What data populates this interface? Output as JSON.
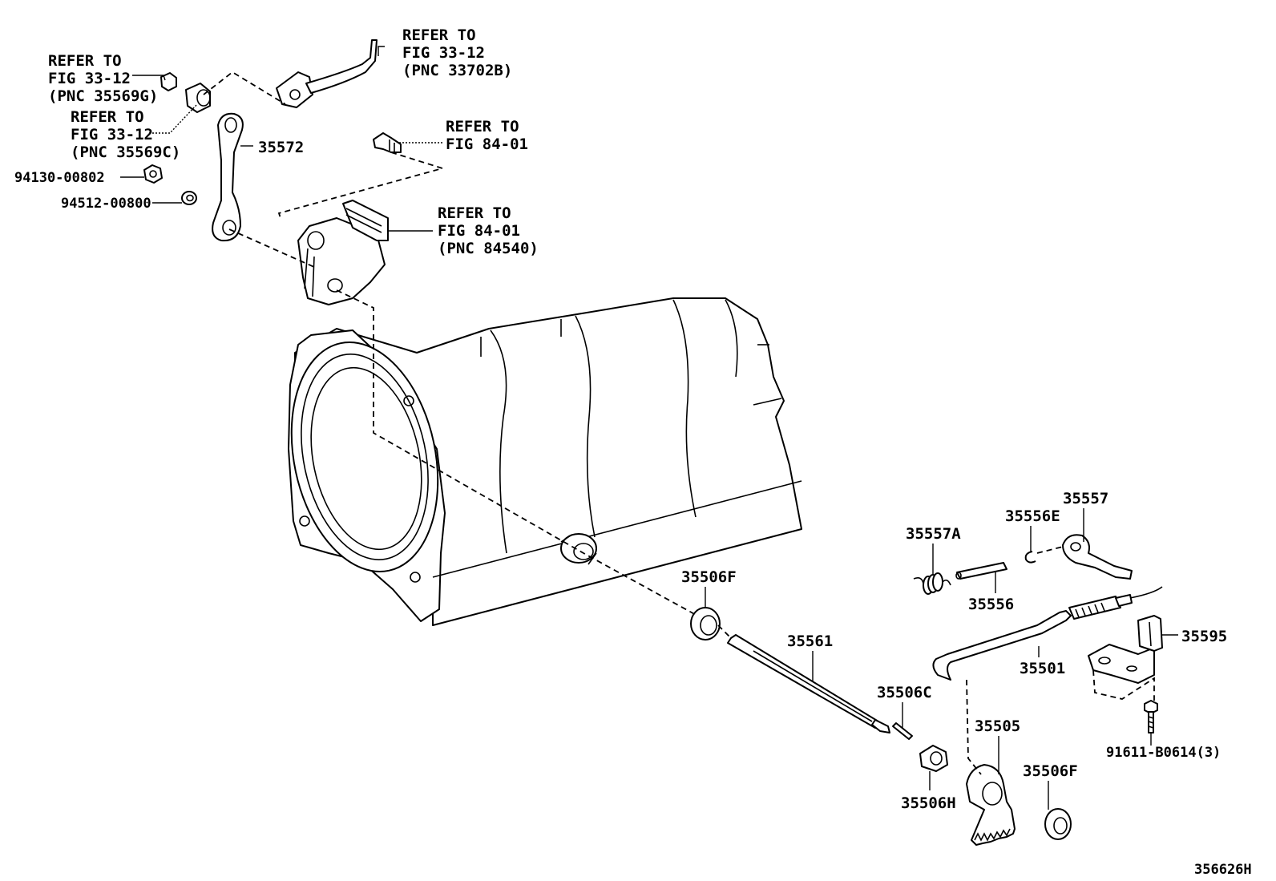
{
  "diagram_id": "356626H",
  "callouts": {
    "ref_35569g": [
      "REFER TO",
      "FIG 33-12",
      "(PNC 35569G)"
    ],
    "ref_35569c": [
      "REFER TO",
      "FIG 33-12",
      "(PNC 35569C)"
    ],
    "ref_33702b": [
      "REFER TO",
      "FIG 33-12",
      "(PNC 33702B)"
    ],
    "ref_8401": [
      "REFER TO",
      "FIG 84-01"
    ],
    "ref_84540": [
      "REFER TO",
      "FIG 84-01",
      "(PNC 84540)"
    ]
  },
  "parts": {
    "p35572": "35572",
    "p94130": "94130-00802",
    "p94512": "94512-00800",
    "p35557": "35557",
    "p35556e": "35556E",
    "p35557a": "35557A",
    "p35556": "35556",
    "p35506f_top": "35506F",
    "p35561": "35561",
    "p35501": "35501",
    "p35595": "35595",
    "p35506c": "35506C",
    "p35505": "35505",
    "p35506f_bottom": "35506F",
    "p35506h": "35506H",
    "p91611": "91611-B0614(3)"
  }
}
